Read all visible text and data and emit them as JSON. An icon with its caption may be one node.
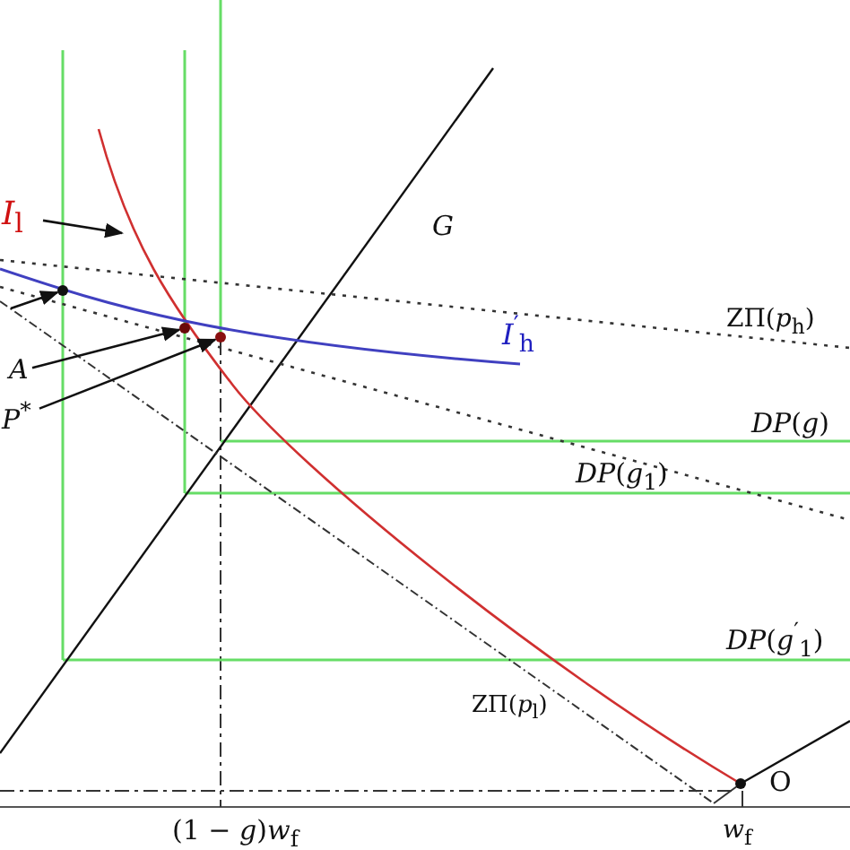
{
  "diagram": {
    "nodes": [
      {
        "text": [
          "*I*$_{l}$"
        ]
      },
      {
        "text": [
          "*A*"
        ]
      },
      {
        "text": [
          "*P*$^{*}$"
        ]
      },
      {
        "text": [],
        "shape": "circle"
      },
      {
        "text": [],
        "shape": "circle"
      },
      {
        "text": [],
        "shape": "circle"
      },
      {
        "text": [],
        "shape": "circle"
      }
    ],
    "edges": [
      {
        "from": 0,
        "to": null,
        "arrow": "to"
      },
      {
        "from": 1,
        "to": 4,
        "arrow": "to"
      },
      {
        "from": 2,
        "to": 5,
        "arrow": "to"
      },
      {
        "from": null,
        "to": 3,
        "arrow": "to"
      }
    ],
    "labels": [
      "*G*",
      "*I*$^{′}$$_{h}$",
      "ZΠ(*p*$_{h}$)",
      "*DP*(*g*)",
      "*DP*(*g*$_{1}$)",
      "*DP*(*g*$^{′}$$_{1}$)",
      "ZΠ(*p*$_{l}$)",
      "(1 − *g*)*w*$_{f}$",
      "*w*$_{f}$",
      "O"
    ]
  }
}
